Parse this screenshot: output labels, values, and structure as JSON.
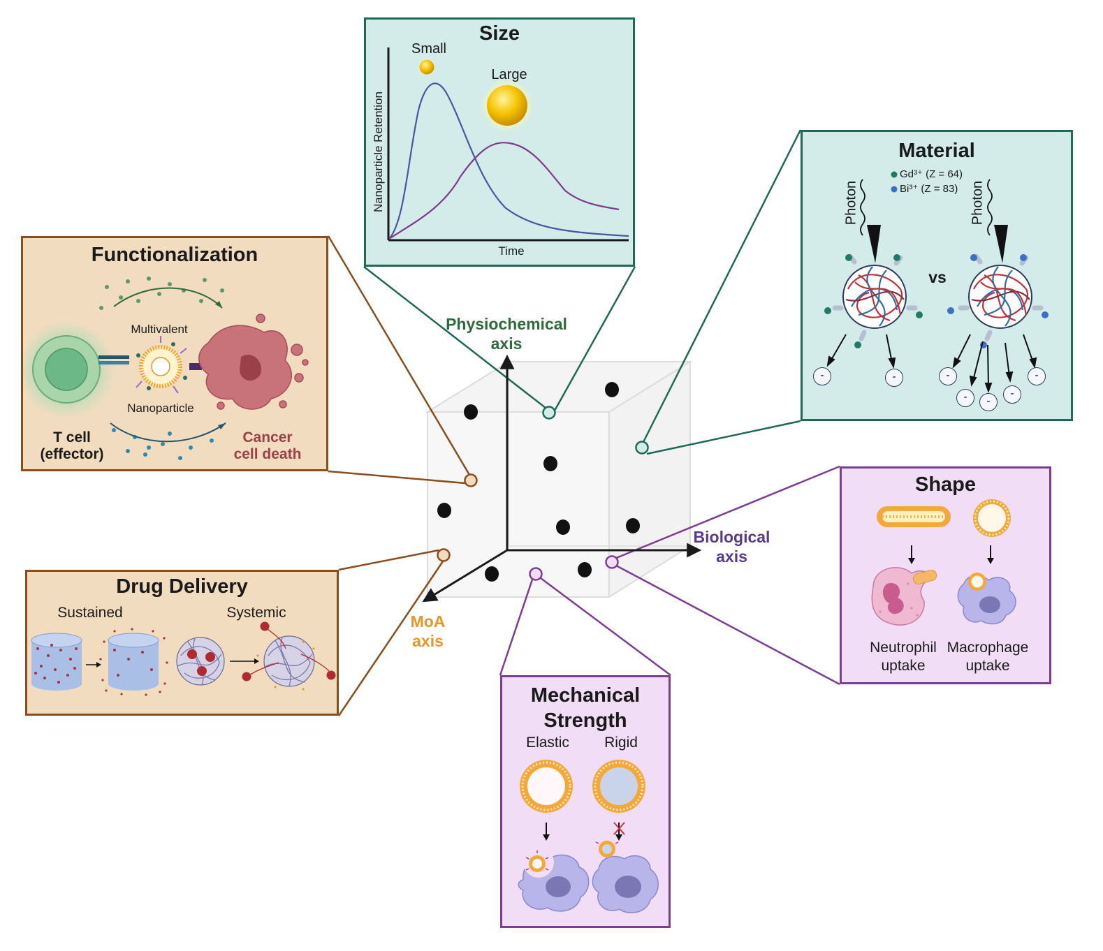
{
  "size_panel": {
    "title": "Size",
    "ylabel": "Nanoparticle Retention",
    "xlabel": "Time",
    "small_label": "Small",
    "large_label": "Large"
  },
  "material_panel": {
    "title": "Material",
    "legend": [
      "Gd³⁺ (Z = 64)",
      "Bi³⁺ (Z = 83)"
    ],
    "photon_label": "Photon",
    "vs_label": "vs",
    "electron_label": "-"
  },
  "functionalization_panel": {
    "title": "Functionalization",
    "multivalent_label": "Multivalent",
    "nanoparticle_label": "Nanoparticle",
    "tcell_label": "T cell",
    "tcell_sub": "(effector)",
    "cancer_label": "Cancer",
    "cancer_sub": "cell death"
  },
  "drug_panel": {
    "title": "Drug Delivery",
    "sustained_label": "Sustained",
    "systemic_label": "Systemic"
  },
  "shape_panel": {
    "title": "Shape",
    "neutrophil_label": "Neutrophil",
    "macrophage_label": "Macrophage",
    "uptake_label": "uptake"
  },
  "mech_panel": {
    "title_line1": "Mechanical",
    "title_line2": "Strength",
    "elastic_label": "Elastic",
    "rigid_label": "Rigid"
  },
  "axes": {
    "physio_line1": "Physiochemical",
    "physio_line2": "axis",
    "bio_line1": "Biological",
    "bio_line2": "axis",
    "moa_line1": "MoA",
    "moa_line2": "axis"
  },
  "colors": {
    "teal": "#1f6a56",
    "brown": "#8a4d1c",
    "purple": "#7e3d95",
    "physio": "#2e6b3a",
    "bio": "#5a3a8c",
    "moa": "#e8962a",
    "cancer": "#9b4047",
    "small_curve": "#4a57a0",
    "large_curve": "#7e3a8c"
  }
}
